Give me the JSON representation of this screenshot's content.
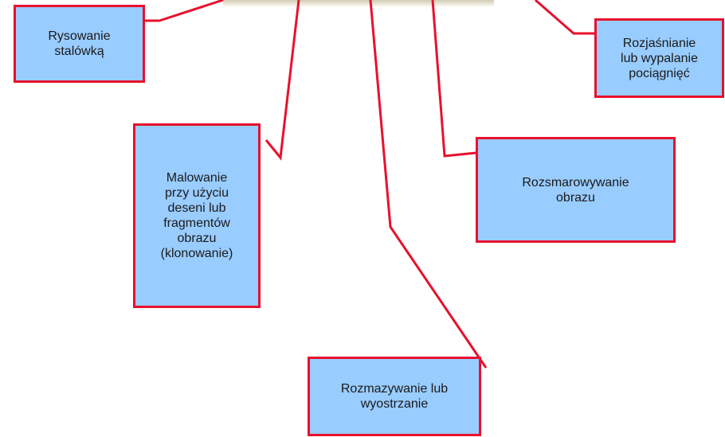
{
  "diagram": {
    "callouts": {
      "pen": "Rysowanie\nstalówką",
      "dodge_burn": "Rozjaśnianie\nlub wypalanie\npociągnięć",
      "clone": "Malowanie\nprzy użyciu\ndeseni lub\nfragmentów\nobrazu\n(klonowanie)",
      "smudge": "Rozsmarowywanie\nobrazu",
      "blur_sharpen": "Rozmazywanie lub\nwyostrzanie"
    },
    "colors": {
      "box_fill": "#99ccff",
      "box_border": "#e8112d",
      "connector": "#e8112d"
    }
  }
}
